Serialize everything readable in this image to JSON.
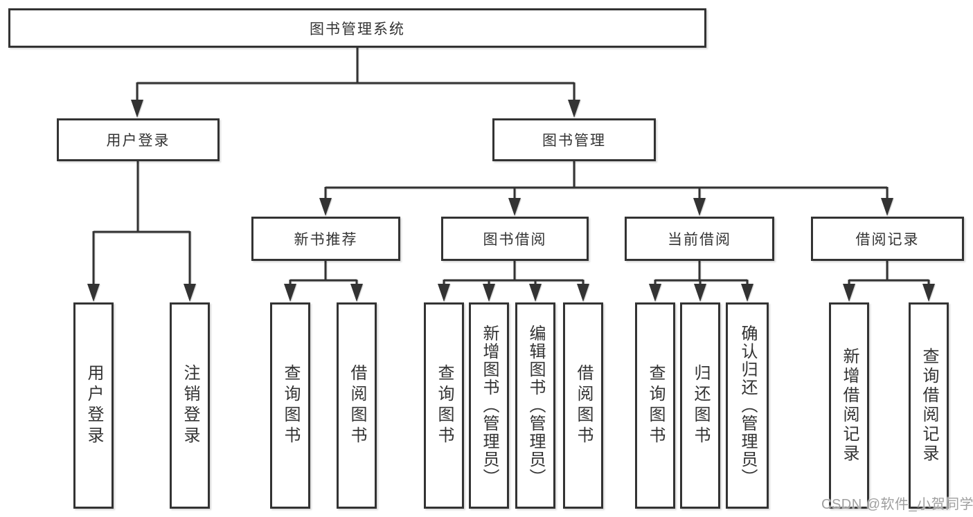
{
  "tree": {
    "root": "图书管理系统",
    "branches": [
      {
        "label": "用户登录",
        "children": [
          "用户登录",
          "注销登录"
        ]
      },
      {
        "label": "图书管理",
        "groups": [
          {
            "label": "新书推荐",
            "children": [
              "查询图书",
              "借阅图书"
            ]
          },
          {
            "label": "图书借阅",
            "children": [
              "查询图书",
              "新增图书（管理员）",
              "编辑图书（管理员）",
              "借阅图书"
            ]
          },
          {
            "label": "当前借阅",
            "children": [
              "查询图书",
              "归还图书",
              "确认归还（管理员）"
            ]
          },
          {
            "label": "借阅记录",
            "children": [
              "新增借阅记录",
              "查询借阅记录"
            ]
          }
        ]
      }
    ]
  },
  "watermark": {
    "text": "CSDN @软件_小贺同学"
  },
  "colors": {
    "line": "#333333",
    "box_fill": "#ffffff",
    "watermark": "#9f9f9f"
  }
}
